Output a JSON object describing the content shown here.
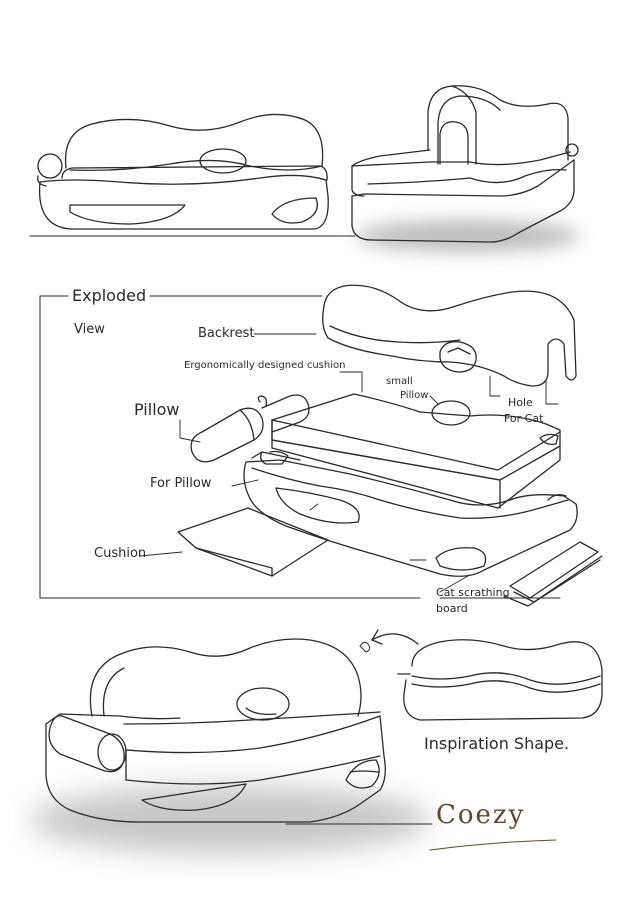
{
  "labels": {
    "exploded": "Exploded",
    "view": "View",
    "backrest": "Backrest",
    "ergonomic": "Ergonomically designed cushion",
    "small": "small",
    "pillow_small": "Pillow",
    "hole": "Hole",
    "for_cat": "For Cat",
    "pillow": "Pillow",
    "for_pillow": "For Pillow",
    "cushion": "Cushion",
    "cat_scratching": "Cat scrathing",
    "board": "board",
    "inspiration": "Inspiration Shape.",
    "brand": "Coezy"
  },
  "colors": {
    "ink": "#2a2a2a",
    "shadow": "#9a9a9a",
    "brand": "#5a4a30"
  }
}
